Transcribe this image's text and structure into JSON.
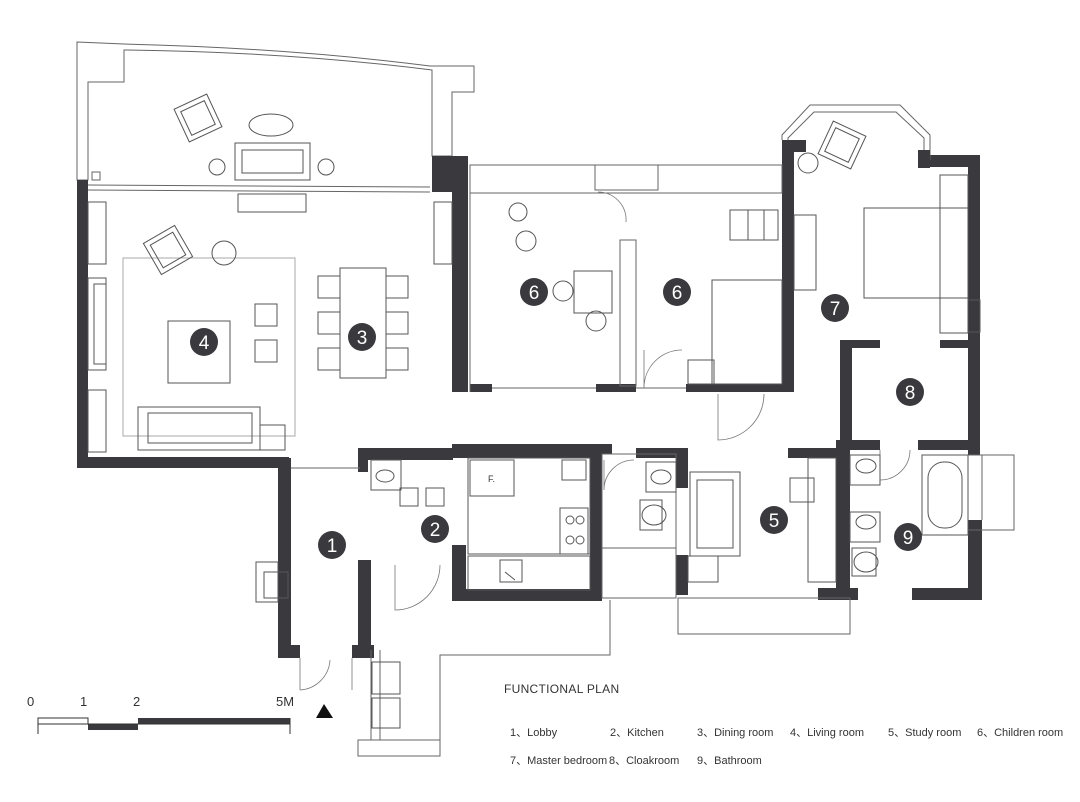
{
  "plan": {
    "title": "FUNCTIONAL PLAN",
    "rooms": [
      {
        "number": "1",
        "name": "Lobby"
      },
      {
        "number": "2",
        "name": "Kitchen"
      },
      {
        "number": "3",
        "name": "Dining room"
      },
      {
        "number": "4",
        "name": "Living room"
      },
      {
        "number": "5",
        "name": "Study room"
      },
      {
        "number": "6",
        "name": "Children room"
      },
      {
        "number": "7",
        "name": "Master bedroom"
      },
      {
        "number": "8",
        "name": "Cloakroom"
      },
      {
        "number": "9",
        "name": "Bathroom"
      }
    ],
    "room_markers": [
      "1",
      "2",
      "3",
      "4",
      "5",
      "6",
      "6",
      "7",
      "8",
      "9"
    ],
    "legend": [
      "1、Lobby",
      "2、Kitchen",
      "3、Dining room",
      "4、Living room",
      "5、Study room",
      "6、Children room",
      "7、Master bedroom",
      "8、Cloakroom",
      "9、Bathroom"
    ],
    "fridge_label": "F.",
    "scale_bar": {
      "ticks": [
        "0",
        "1",
        "2",
        "5M"
      ]
    },
    "colors": {
      "wall": "#3a3a3e",
      "line": "#555555",
      "thin_line": "#888888",
      "badge": "#3a3a3e",
      "background": "#ffffff"
    }
  }
}
